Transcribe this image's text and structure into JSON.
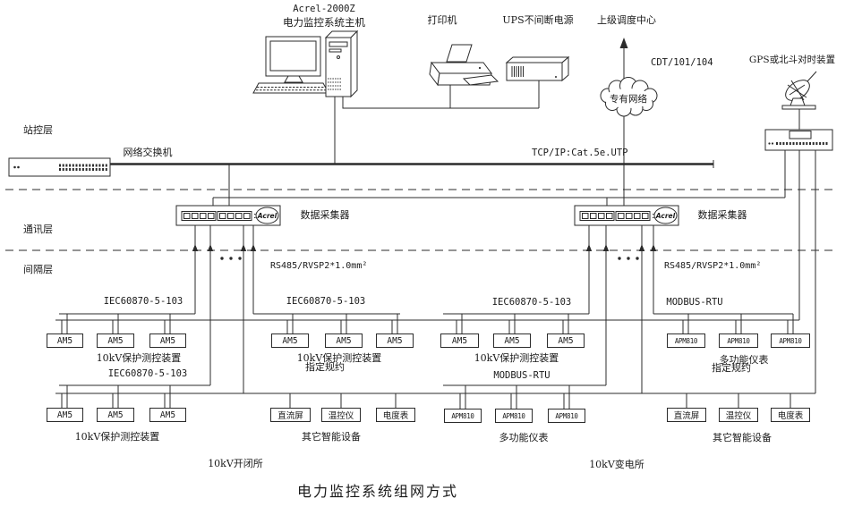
{
  "title": "电力监控系统组网方式",
  "colors": {
    "line": "#2b2b2b",
    "text": "#1a1a1a",
    "background": "#ffffff"
  },
  "layers": {
    "station": "站控层",
    "communication": "通讯层",
    "bay": "间隔层"
  },
  "top": {
    "host_model": "Acrel-2000Z",
    "host_name": "电力监控系统主机",
    "printer": "打印机",
    "ups": "UPS不间断电源",
    "dispatch_center": "上级调度中心",
    "dispatch_protocol": "CDT/101/104",
    "cloud": "专有网络",
    "gps": "GPS或北斗对时装置"
  },
  "network": {
    "switch": "网络交换机",
    "bus_label": "TCP/IP:Cat.5e.UTP",
    "collector_left": "数据采集器",
    "collector_right": "数据采集器",
    "acrel_logo": "Acrel",
    "rs485_left": "RS485/RVSP2*1.0mm²",
    "rs485_right": "RS485/RVSP2*1.0mm²"
  },
  "sections": {
    "s1": {
      "protocol": "IEC60870-5-103",
      "boxes": [
        "AM5",
        "AM5",
        "AM5"
      ],
      "label": "10kV保护测控装置"
    },
    "s2": {
      "protocol": "IEC60870-5-103",
      "boxes": [
        "AM5",
        "AM5",
        "AM5"
      ],
      "label": "10kV保护测控装置"
    },
    "s3": {
      "protocol": "IEC60870-5-103",
      "boxes": [
        "AM5",
        "AM5",
        "AM5"
      ],
      "label": "10kV保护测控装置",
      "sublabel": "指定规约"
    },
    "s4": {
      "boxes": [
        "直流屏",
        "温控仪",
        "电度表"
      ],
      "label": "其它智能设备"
    },
    "s5": {
      "protocol": "IEC60870-5-103",
      "boxes": [
        "AM5",
        "AM5",
        "AM5"
      ],
      "label": "10kV保护测控装置"
    },
    "s6": {
      "protocol": "MODBUS-RTU",
      "boxes": [
        "APM810",
        "APM810",
        "APM810"
      ],
      "label": "多功能仪表"
    },
    "s7": {
      "protocol": "MODBUS-RTU",
      "boxes": [
        "APM810",
        "APM810",
        "APM810"
      ],
      "label": "多功能仪表",
      "sublabel": "指定规约"
    },
    "s8": {
      "boxes": [
        "直流屏",
        "温控仪",
        "电度表"
      ],
      "label": "其它智能设备"
    }
  },
  "sites": {
    "left": "10kV开闭所",
    "right": "10kV变电所"
  }
}
